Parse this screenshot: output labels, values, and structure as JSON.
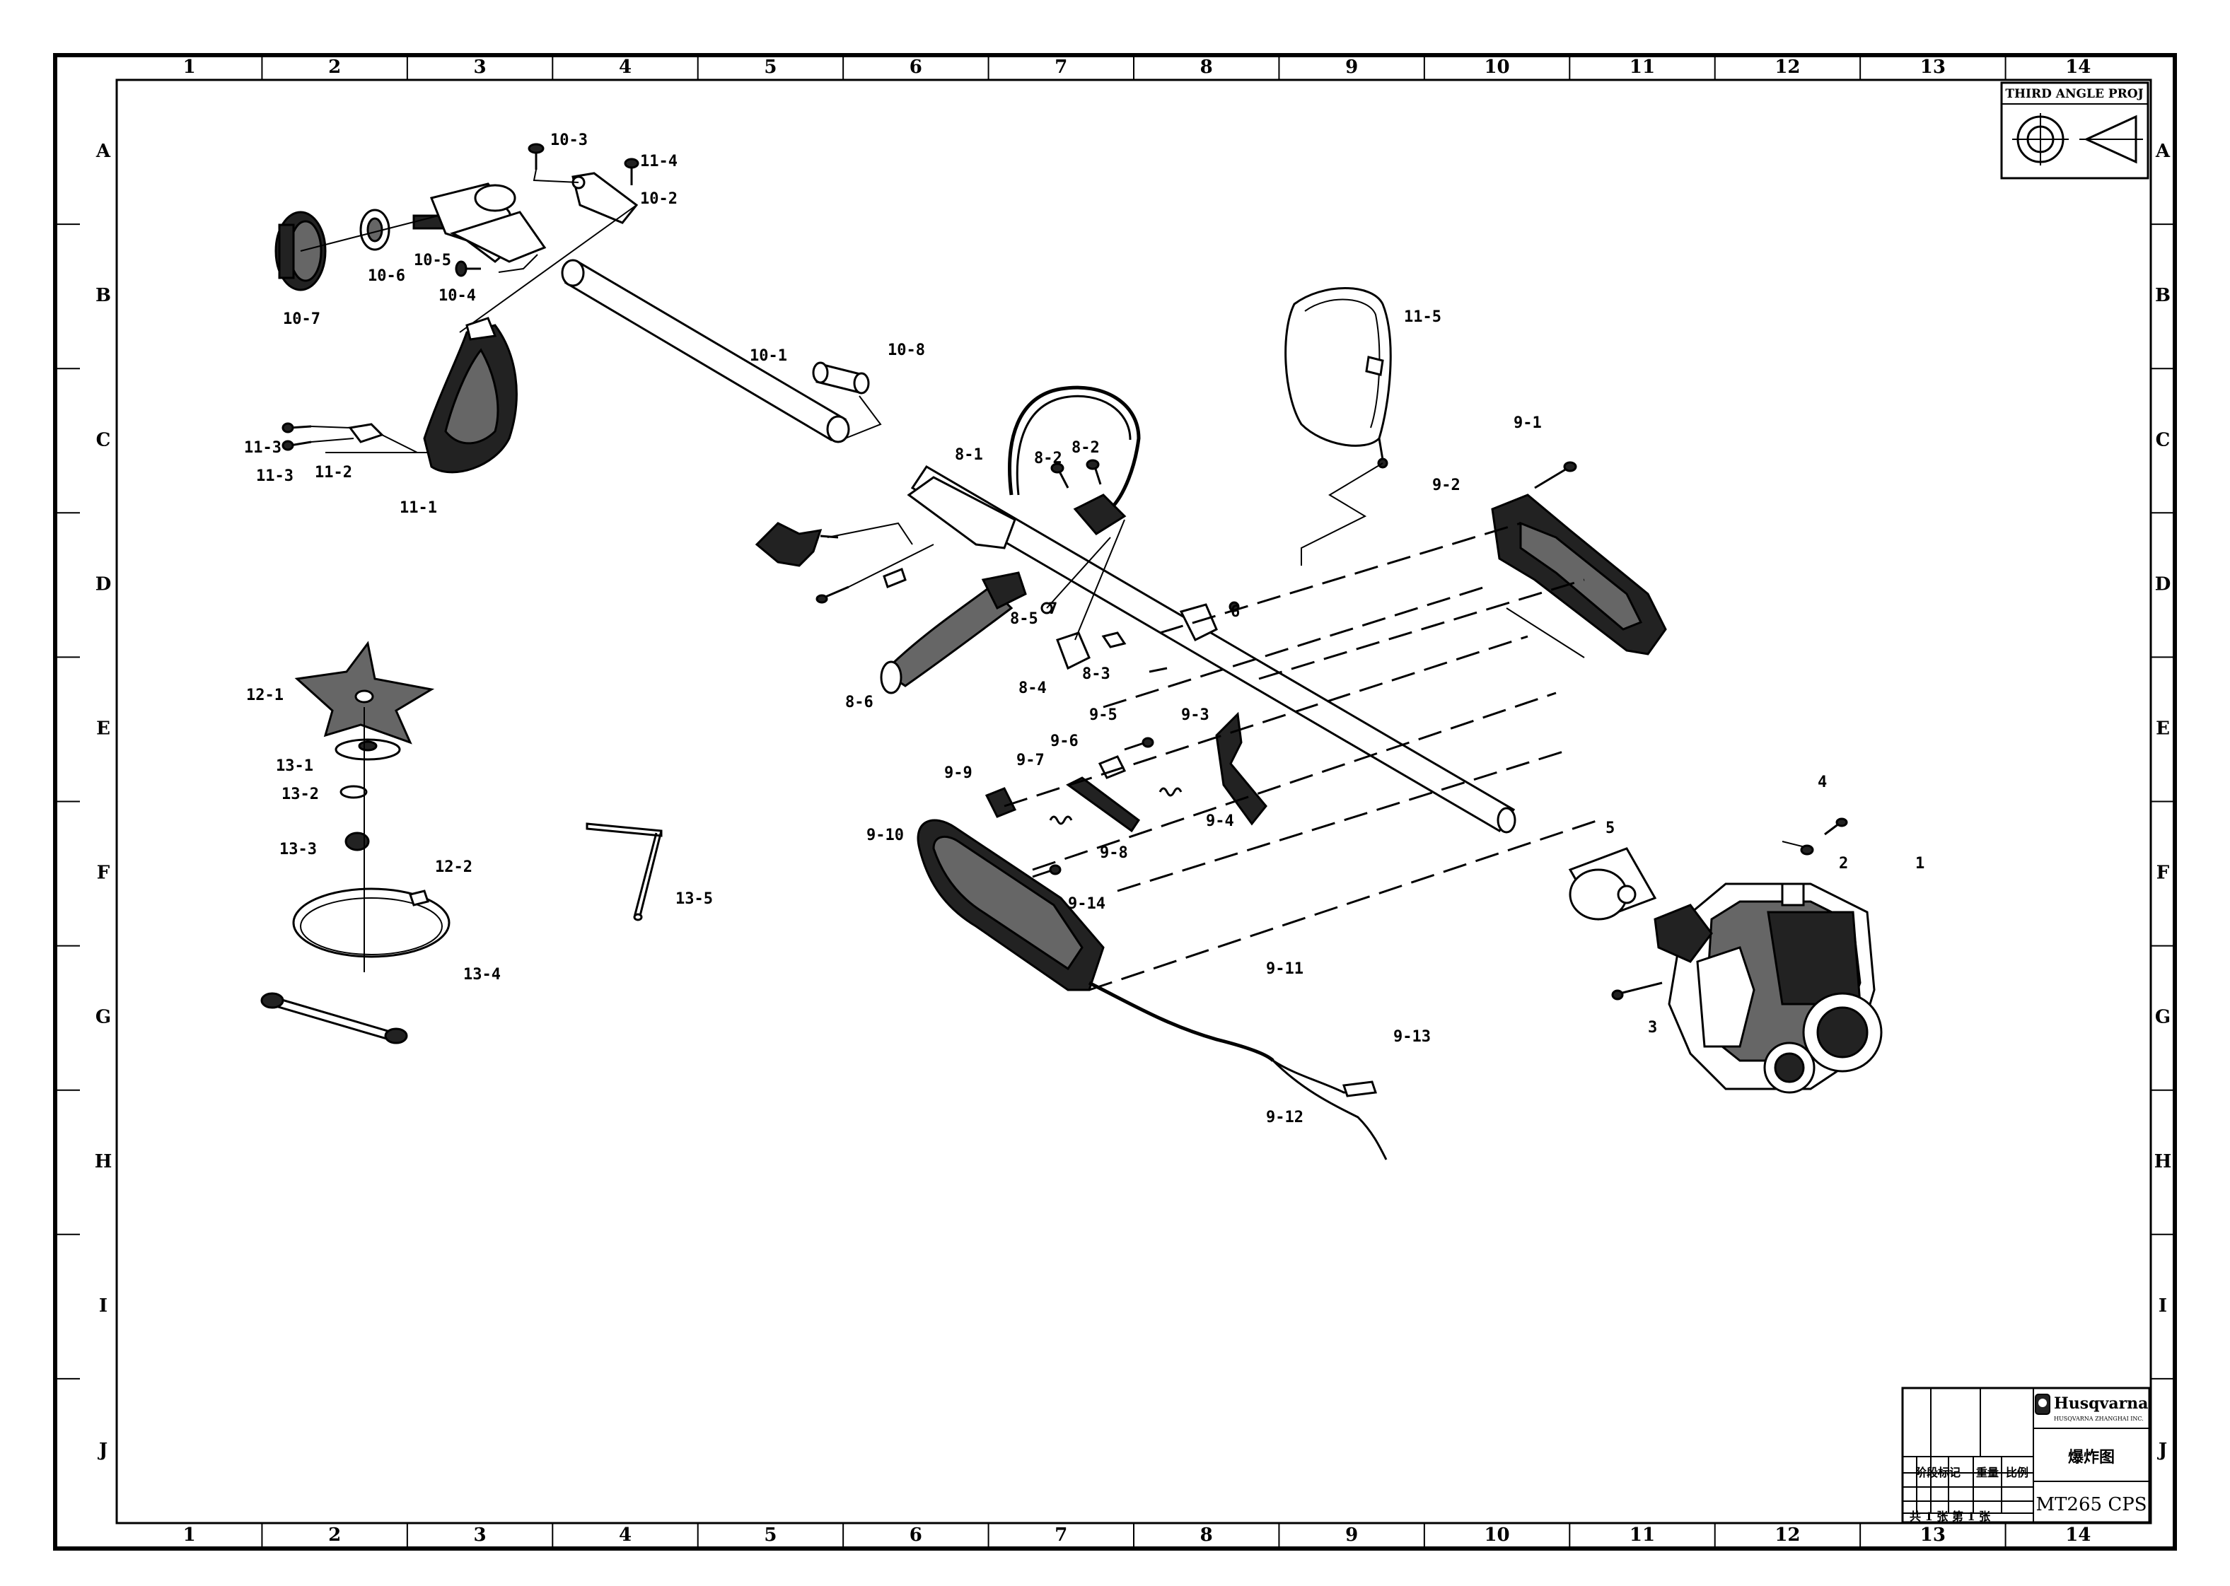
{
  "border": {
    "columns": [
      "1",
      "2",
      "3",
      "4",
      "5",
      "6",
      "7",
      "8",
      "9",
      "10",
      "11",
      "12",
      "13",
      "14"
    ],
    "rows": [
      "A",
      "B",
      "C",
      "D",
      "E",
      "F",
      "G",
      "H",
      "I",
      "J"
    ]
  },
  "projection_symbol": {
    "label": "THIRD ANGLE PROJ"
  },
  "parts": [
    {
      "id": "p-10-3",
      "label": "10-3"
    },
    {
      "id": "p-11-4",
      "label": "11-4"
    },
    {
      "id": "p-10-2",
      "label": "10-2"
    },
    {
      "id": "p-10-5",
      "label": "10-5"
    },
    {
      "id": "p-10-6",
      "label": "10-6"
    },
    {
      "id": "p-10-4",
      "label": "10-4"
    },
    {
      "id": "p-10-7",
      "label": "10-7"
    },
    {
      "id": "p-10-1",
      "label": "10-1"
    },
    {
      "id": "p-10-8",
      "label": "10-8"
    },
    {
      "id": "p-11-5",
      "label": "11-5"
    },
    {
      "id": "p-11-3a",
      "label": "11-3"
    },
    {
      "id": "p-11-3b",
      "label": "11-3"
    },
    {
      "id": "p-11-2",
      "label": "11-2"
    },
    {
      "id": "p-11-1",
      "label": "11-1"
    },
    {
      "id": "p-8-1",
      "label": "8-1"
    },
    {
      "id": "p-8-2a",
      "label": "8-2"
    },
    {
      "id": "p-8-2b",
      "label": "8-2"
    },
    {
      "id": "p-9-1",
      "label": "9-1"
    },
    {
      "id": "p-9-2",
      "label": "9-2"
    },
    {
      "id": "p-8-5",
      "label": "8-5"
    },
    {
      "id": "p-7",
      "label": "7"
    },
    {
      "id": "p-6",
      "label": "6"
    },
    {
      "id": "p-8-4",
      "label": "8-4"
    },
    {
      "id": "p-8-3",
      "label": "8-3"
    },
    {
      "id": "p-8-6",
      "label": "8-6"
    },
    {
      "id": "p-12-1",
      "label": "12-1"
    },
    {
      "id": "p-13-1",
      "label": "13-1"
    },
    {
      "id": "p-13-2",
      "label": "13-2"
    },
    {
      "id": "p-13-3",
      "label": "13-3"
    },
    {
      "id": "p-12-2",
      "label": "12-2"
    },
    {
      "id": "p-13-4",
      "label": "13-4"
    },
    {
      "id": "p-13-5",
      "label": "13-5"
    },
    {
      "id": "p-9-5",
      "label": "9-5"
    },
    {
      "id": "p-9-3",
      "label": "9-3"
    },
    {
      "id": "p-9-6",
      "label": "9-6"
    },
    {
      "id": "p-9-7",
      "label": "9-7"
    },
    {
      "id": "p-9-9",
      "label": "9-9"
    },
    {
      "id": "p-9-4",
      "label": "9-4"
    },
    {
      "id": "p-9-8",
      "label": "9-8"
    },
    {
      "id": "p-9-10",
      "label": "9-10"
    },
    {
      "id": "p-9-14",
      "label": "9-14"
    },
    {
      "id": "p-9-11",
      "label": "9-11"
    },
    {
      "id": "p-9-13",
      "label": "9-13"
    },
    {
      "id": "p-9-12",
      "label": "9-12"
    },
    {
      "id": "p-4",
      "label": "4"
    },
    {
      "id": "p-5",
      "label": "5"
    },
    {
      "id": "p-2",
      "label": "2"
    },
    {
      "id": "p-1",
      "label": "1"
    },
    {
      "id": "p-3",
      "label": "3"
    }
  ],
  "title_block": {
    "brand": "Husqvarna",
    "brand_sub": "HUSQVARNA ZHANGHAI INC.",
    "drawing_title": "爆炸图",
    "col_stage": "阶段标记",
    "col_weight": "重量",
    "col_scale": "比例",
    "sheet_info": "共 1 张 第 1 张",
    "model": "MT265 CPS"
  }
}
